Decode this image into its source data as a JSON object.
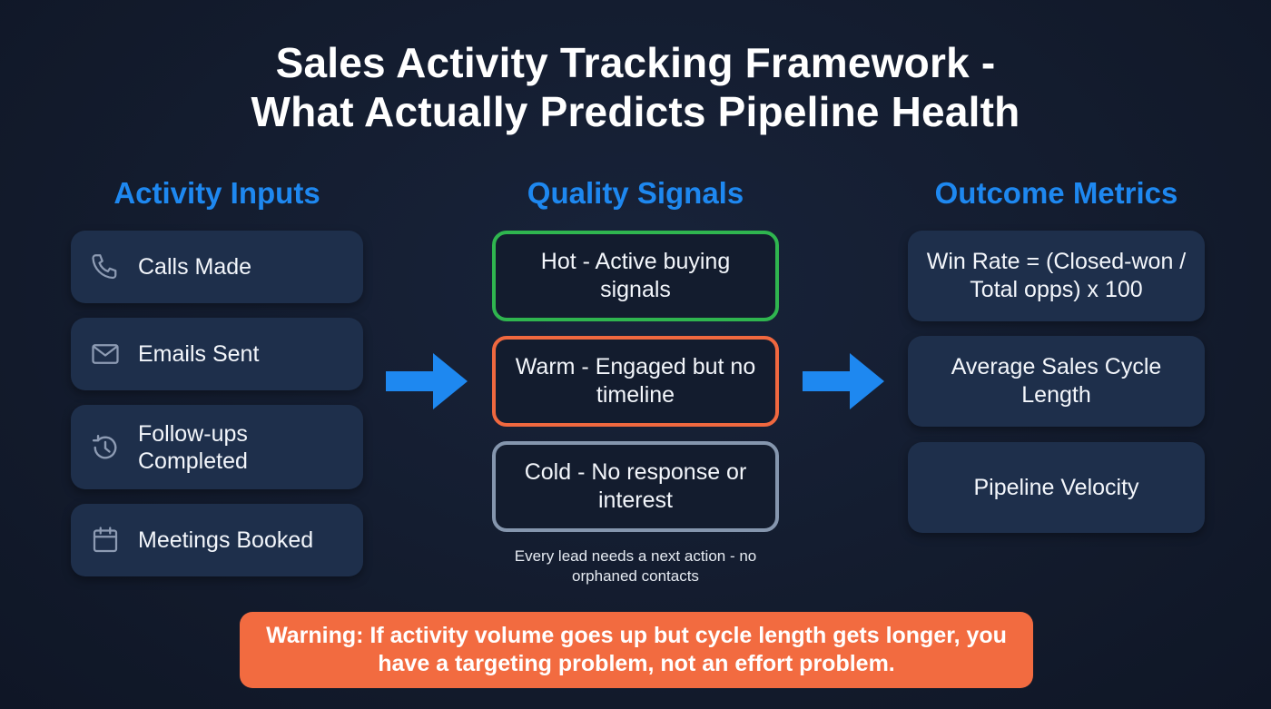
{
  "title": {
    "line1": "Sales Activity Tracking Framework -",
    "line2": "What Actually Predicts Pipeline Health"
  },
  "colors": {
    "background": "#131c2e",
    "heading_blue": "#1e88f0",
    "card_fill": "#1e2f4b",
    "hot_border": "#2fb54f",
    "warm_border": "#f0683f",
    "cold_border": "#8596ae",
    "arrow_blue": "#1e88f0",
    "warning_fill": "#f26b40"
  },
  "columns": {
    "activity_inputs": {
      "heading": "Activity Inputs",
      "items": [
        {
          "icon": "phone-icon",
          "label": "Calls Made"
        },
        {
          "icon": "envelope-icon",
          "label": "Emails Sent"
        },
        {
          "icon": "history-clock-icon",
          "label": "Follow-ups Completed"
        },
        {
          "icon": "calendar-icon",
          "label": "Meetings Booked"
        }
      ]
    },
    "quality_signals": {
      "heading": "Quality Signals",
      "items": [
        {
          "level": "hot",
          "label": "Hot - Active buying signals"
        },
        {
          "level": "warm",
          "label": "Warm - Engaged but no timeline"
        },
        {
          "level": "cold",
          "label": "Cold - No response or interest"
        }
      ],
      "note": "Every lead needs a next action - no orphaned contacts"
    },
    "outcome_metrics": {
      "heading": "Outcome Metrics",
      "items": [
        {
          "label": "Win Rate = (Closed-won / Total opps) x 100"
        },
        {
          "label": "Average Sales Cycle Length"
        },
        {
          "label": "Pipeline Velocity"
        }
      ]
    }
  },
  "flow_arrows": [
    {
      "from": "Activity Inputs",
      "to": "Quality Signals",
      "icon": "arrow-right-icon"
    },
    {
      "from": "Quality Signals",
      "to": "Outcome Metrics",
      "icon": "arrow-right-icon"
    }
  ],
  "warning": {
    "text": "Warning: If activity volume goes up but cycle length gets longer, you have a targeting problem, not an effort problem."
  }
}
